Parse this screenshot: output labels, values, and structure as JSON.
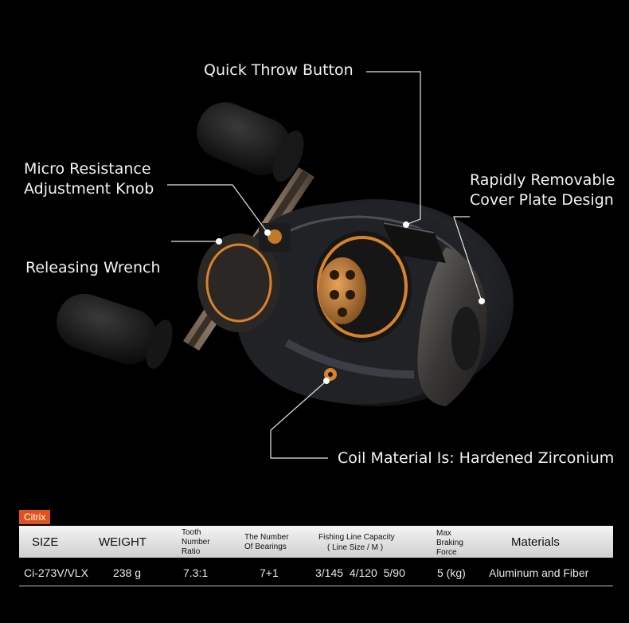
{
  "callouts": {
    "quick_throw": "Quick Throw Button",
    "micro_resistance_line1": "Micro Resistance",
    "micro_resistance_line2": "Adjustment Knob",
    "rapidly_removable_line1": "Rapidly Removable",
    "rapidly_removable_line2": "Cover Plate Design",
    "releasing_wrench": "Releasing Wrench",
    "coil_material": "Coil Material Is: Hardened Zirconium"
  },
  "spec_table": {
    "brand": "Citrix",
    "headers": {
      "size": "SIZE",
      "weight": "WEIGHT",
      "tooth_l1": "Tooth",
      "tooth_l2": "Number",
      "tooth_l3": "Ratio",
      "bearings_l1": "The Number",
      "bearings_l2": "Of Bearings",
      "line_l1": "Fishing Line Capacity",
      "line_l2": "( Line Size / M )",
      "brake_l1": "Max",
      "brake_l2": "Braking",
      "brake_l3": "Force",
      "materials": "Materials"
    },
    "row": {
      "size": "Ci-273V/VLX",
      "weight": "238 g",
      "ratio": "7.3:1",
      "bearings": "7+1",
      "line_capacity": "3/145  4/120  5/90",
      "braking": "5 (kg)",
      "materials": "Aluminum and Fiber"
    }
  },
  "colors": {
    "background": "#000000",
    "brand_tag": "#e0521c",
    "accent_orange": "#d9822b"
  }
}
